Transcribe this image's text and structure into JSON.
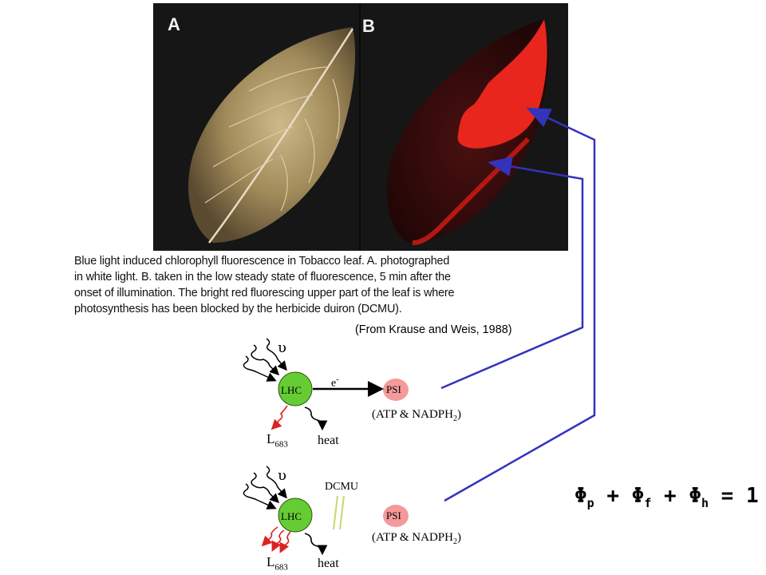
{
  "photo": {
    "panel_a_letter": "A",
    "panel_b_letter": "B"
  },
  "caption": {
    "lines": [
      "Blue light induced chlorophyll fluorescence in Tobacco leaf.  A. photographed",
      "in white light.  B. taken in the low steady state of fluorescence, 5 min after the",
      "onset of illumination.  The bright red fluorescing upper part of the leaf is where",
      "photosynthesis has been blocked by the herbicide duiron (DCMU)."
    ],
    "credit": "(From Krause and Weis, 1988)"
  },
  "diagram_top": {
    "light_symbol": "υ",
    "lhc_label": "LHC",
    "electron_label": "e",
    "electron_sup": "-",
    "psi_label": "PSI",
    "products_label": "(ATP & NADPH",
    "products_sub": "2",
    "products_close": ")",
    "fluorescence_label": "L",
    "fluorescence_sub": "683",
    "heat_label": "heat"
  },
  "diagram_bottom": {
    "light_symbol": "υ",
    "inhibitor_label": "DCMU",
    "lhc_label": "LHC",
    "psi_label": "PSI",
    "products_label": "(ATP & NADPH",
    "products_sub": "2",
    "products_close": ")",
    "fluorescence_label": "L",
    "fluorescence_sub": "683",
    "heat_label": "heat"
  },
  "equation": {
    "phi": "Φ",
    "sub_p": "p",
    "sub_f": "f",
    "sub_h": "h",
    "plus": " + ",
    "equals_rhs": " = 1"
  },
  "colors": {
    "lhc_fill": "#66cc33",
    "psi_fill": "#f49a9a",
    "connector": "#3333bb",
    "fluorescence": "#dd2222",
    "leaf_red": "#e8261e"
  }
}
